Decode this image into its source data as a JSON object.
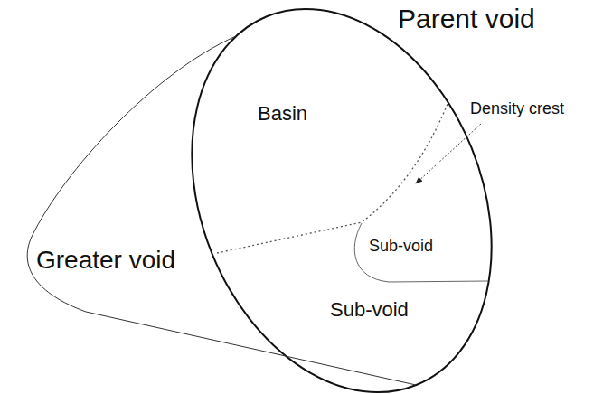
{
  "diagram": {
    "nodes": [
      {
        "text": [
          "Parent void"
        ]
      },
      {
        "text": [
          "Sub-void"
        ],
        "in": 0
      },
      {
        "text": [
          "Greater void"
        ]
      }
    ],
    "labels": [
      "Basin",
      "Density crest",
      "Sub-void"
    ]
  }
}
